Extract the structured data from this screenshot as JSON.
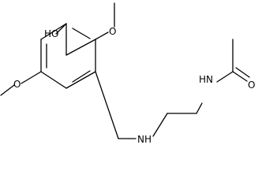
{
  "labels": {
    "hydroxyl": "HO",
    "methoxy_top_oxygen": "O",
    "methoxy_bottom_oxygen": "O",
    "amine": "NH",
    "amide_nitrogen": "HN",
    "carbonyl_oxygen": "O"
  }
}
